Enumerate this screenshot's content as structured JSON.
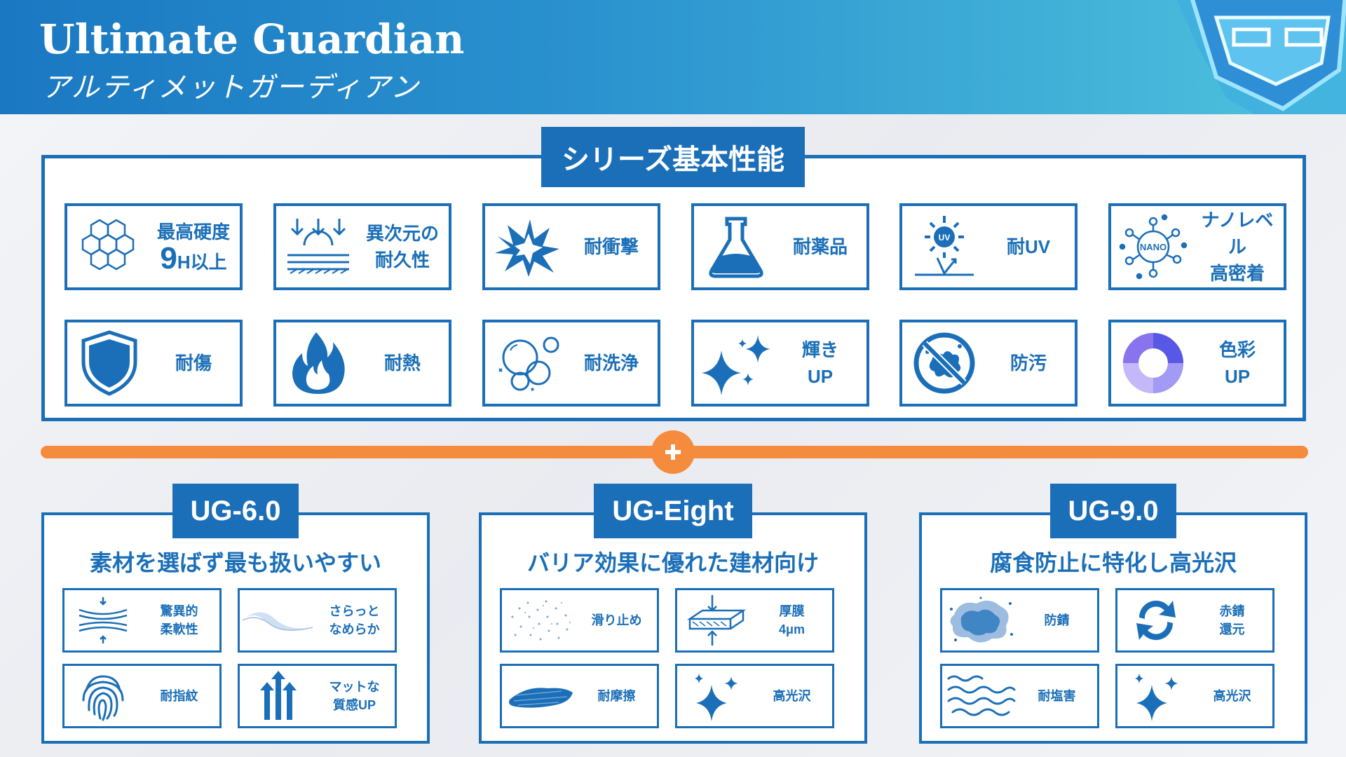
{
  "header": {
    "title_en": "Ultimate Guardian",
    "title_ja": "アルティメットガーディアン",
    "bg_start": "#1a78c2",
    "bg_end": "#4fc3dd"
  },
  "series": {
    "title": "シリーズ基本性能",
    "features": [
      {
        "icon": "honeycomb-icon",
        "line1": "最高硬度",
        "line2_big": "9",
        "line2_rest": "H以上"
      },
      {
        "icon": "impact-surface-icon",
        "line1": "異次元の",
        "line2": "耐久性"
      },
      {
        "icon": "burst-icon",
        "line1": "耐衝撃"
      },
      {
        "icon": "flask-icon",
        "line1": "耐薬品"
      },
      {
        "icon": "uv-sun-icon",
        "line1": "耐UV"
      },
      {
        "icon": "nano-molecule-icon",
        "line1": "ナノレベル",
        "line2": "高密着"
      },
      {
        "icon": "shield-icon",
        "line1": "耐傷"
      },
      {
        "icon": "flame-icon",
        "line1": "耐熱"
      },
      {
        "icon": "bubbles-icon",
        "line1": "耐洗浄"
      },
      {
        "icon": "sparkle-icon",
        "line1": "輝き",
        "line2": "UP"
      },
      {
        "icon": "no-dirt-icon",
        "line1": "防汚"
      },
      {
        "icon": "color-ring-icon",
        "line1": "色彩",
        "line2": "UP"
      }
    ]
  },
  "products": [
    {
      "name": "UG-6.0",
      "tagline": "素材を選ばず最も扱いやすい",
      "features": [
        {
          "icon": "flex-lines-icon",
          "line1": "驚異的",
          "line2": "柔軟性"
        },
        {
          "icon": "silk-icon",
          "line1": "さらっと",
          "line2": "なめらか"
        },
        {
          "icon": "fingerprint-icon",
          "line1": "耐指紋"
        },
        {
          "icon": "arrows-up-icon",
          "line1": "マットな",
          "line2": "質感UP"
        }
      ]
    },
    {
      "name": "UG-Eight",
      "tagline": "バリア効果に優れた建材向け",
      "features": [
        {
          "icon": "dots-texture-icon",
          "line1": "滑り止め"
        },
        {
          "icon": "thick-film-icon",
          "line1": "厚膜",
          "line2": "4μm"
        },
        {
          "icon": "scratch-brush-icon",
          "line1": "耐摩擦"
        },
        {
          "icon": "sparkle-icon",
          "line1": "高光沢"
        }
      ]
    },
    {
      "name": "UG-9.0",
      "tagline": "腐食防止に特化し高光沢",
      "features": [
        {
          "icon": "rust-icon",
          "line1": "防錆"
        },
        {
          "icon": "cycle-arrows-icon",
          "line1": "赤錆",
          "line2": "還元"
        },
        {
          "icon": "waves-icon",
          "line1": "耐塩害"
        },
        {
          "icon": "sparkle-icon",
          "line1": "高光沢"
        }
      ]
    }
  ],
  "colors": {
    "primary": "#1b6fb8",
    "accent": "#f58b3c",
    "background": "#eef0f4"
  }
}
